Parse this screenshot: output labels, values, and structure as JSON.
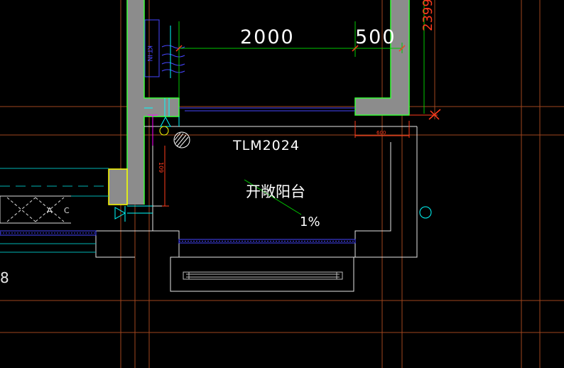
{
  "drawing": {
    "dim_main": "2000",
    "dim_side": "500",
    "dim_top_right": "2399",
    "dim_small_right": "600",
    "dim_small_vertical": "109",
    "door_label": "TLM2024",
    "room_label": "开敞阳台",
    "slope_label": "1%",
    "ac_label_a": "A",
    "ac_label_c": "C",
    "kt_label": "KT-IN",
    "left_edge_text": "8"
  },
  "colors": {
    "background": "#000000",
    "axis_grid": "#a0461e",
    "wall_fill": "#8c8c8c",
    "wall_edge": "#39ff39",
    "outline": "#e6e6e6",
    "dim_line": "#00c800",
    "dim_tick": "#ff3b1d",
    "cyan": "#00ffff",
    "yellow": "#ffff00",
    "blue": "#4646ff",
    "magenta": "#ff00ff"
  }
}
